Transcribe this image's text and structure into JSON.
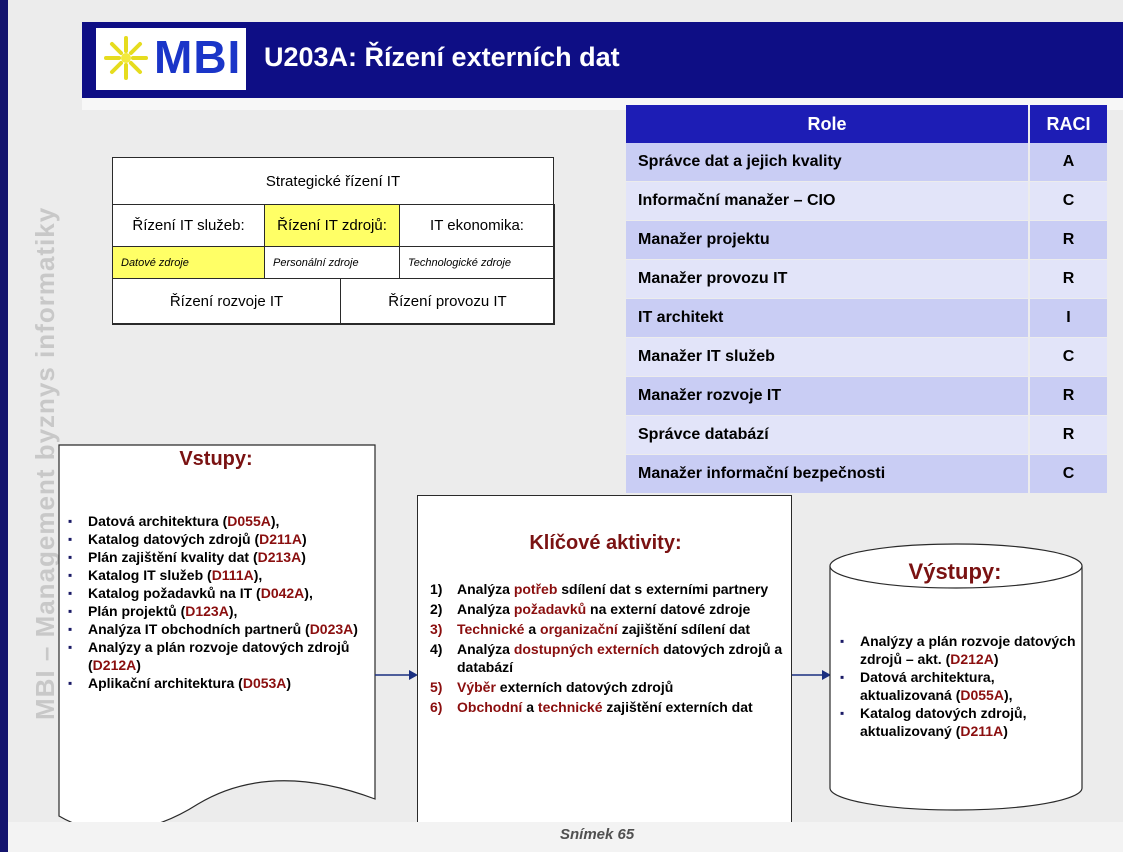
{
  "sidebar_text": "MBI – Management byznys informatiky",
  "header": {
    "logo_text": "MBI",
    "title": "U203A: Řízení externích dat"
  },
  "org_chart": {
    "top": "Strategické řízení IT",
    "col1": "Řízení IT služeb:",
    "col2": "Řízení IT zdrojů:",
    "col3": "IT ekonomika:",
    "sub1": "Datové zdroje",
    "sub2": "Personální zdroje",
    "sub3": "Technologické zdroje",
    "bottom_left": "Řízení rozvoje IT",
    "bottom_right": "Řízení provozu IT"
  },
  "raci": {
    "header_role": "Role",
    "header_raci": "RACI",
    "rows": [
      {
        "role": "Správce dat a jejich kvality",
        "raci": "A"
      },
      {
        "role": "Informační manažer – CIO",
        "raci": "C"
      },
      {
        "role": "Manažer projektu",
        "raci": "R"
      },
      {
        "role": "Manažer provozu IT",
        "raci": "R"
      },
      {
        "role": "IT architekt",
        "raci": "I"
      },
      {
        "role": "Manažer IT služeb",
        "raci": "C"
      },
      {
        "role": "Manažer rozvoje IT",
        "raci": "R"
      },
      {
        "role": "Správce databází",
        "raci": "R"
      },
      {
        "role": "Manažer informační bezpečnosti",
        "raci": "C"
      }
    ]
  },
  "inputs": {
    "title": "Vstupy:",
    "items": [
      {
        "text": "Datová architektura (",
        "code": "D055A",
        "tail": "),"
      },
      {
        "text": "Katalog datových zdrojů (",
        "code": "D211A",
        "tail": ")"
      },
      {
        "text": "Plán zajištění kvality dat (",
        "code": "D213A",
        "tail": ")"
      },
      {
        "text": "Katalog IT služeb (",
        "code": "D111A",
        "tail": "),"
      },
      {
        "text": "Katalog požadavků na IT (",
        "code": "D042A",
        "tail": "),"
      },
      {
        "text": "Plán projektů (",
        "code": "D123A",
        "tail": "),"
      },
      {
        "text": "Analýza IT obchodních partnerů (",
        "code": "D023A",
        "tail": ")"
      },
      {
        "text": "Analýzy a plán rozvoje datových zdrojů (",
        "code": "D212A",
        "tail": ")"
      },
      {
        "text": "Aplikační architektura (",
        "code": "D053A",
        "tail": ")"
      }
    ]
  },
  "activities": {
    "title": "Klíčové aktivity:",
    "items": [
      {
        "num": "1)",
        "pre": "Analýza ",
        "hl": "potřeb",
        "post": " sdílení dat s externími partnery"
      },
      {
        "num": "2)",
        "pre": "Analýza ",
        "hl": "požadavků",
        "post": " na externí datové zdroje"
      },
      {
        "num": "3)",
        "pre": "",
        "hl": "Technické",
        "mid": " a ",
        "hl2": "organizační",
        "post": " zajištění sdílení dat"
      },
      {
        "num": "4)",
        "pre": "Analýza ",
        "hl": "dostupných externích",
        "post": " datových zdrojů a databází"
      },
      {
        "num": "5)",
        "pre": "",
        "hl": "Výběr",
        "post": " externích datových zdrojů"
      },
      {
        "num": "6)",
        "pre": "",
        "hl": "Obchodní",
        "mid": " a ",
        "hl2": "technické",
        "post": " zajištění externích dat"
      }
    ]
  },
  "outputs": {
    "title": "Výstupy:",
    "items": [
      {
        "text": "Analýzy a plán rozvoje datových zdrojů – akt. (",
        "code": "D212A",
        "tail": ")"
      },
      {
        "text": "Datová architektura, aktualizovaná (",
        "code": "D055A",
        "tail": "),"
      },
      {
        "text": "Katalog datových zdrojů, aktualizovaný (",
        "code": "D211A",
        "tail": ")"
      }
    ]
  },
  "footer": {
    "slide_number": "Snímek  65"
  }
}
